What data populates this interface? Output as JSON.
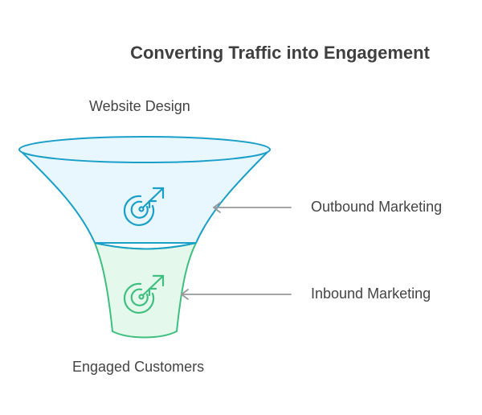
{
  "title": "Converting Traffic into Engagement",
  "labels": {
    "top": "Website Design",
    "bottom": "Engaged Customers"
  },
  "stages": [
    {
      "name": "Outbound Marketing",
      "icon": "target-arrow-icon",
      "color": "#1a9fc9",
      "fill": "#e8f7fd"
    },
    {
      "name": "Inbound Marketing",
      "icon": "target-arrow-icon",
      "color": "#3fbf7f",
      "fill": "#e4f9ec"
    }
  ]
}
